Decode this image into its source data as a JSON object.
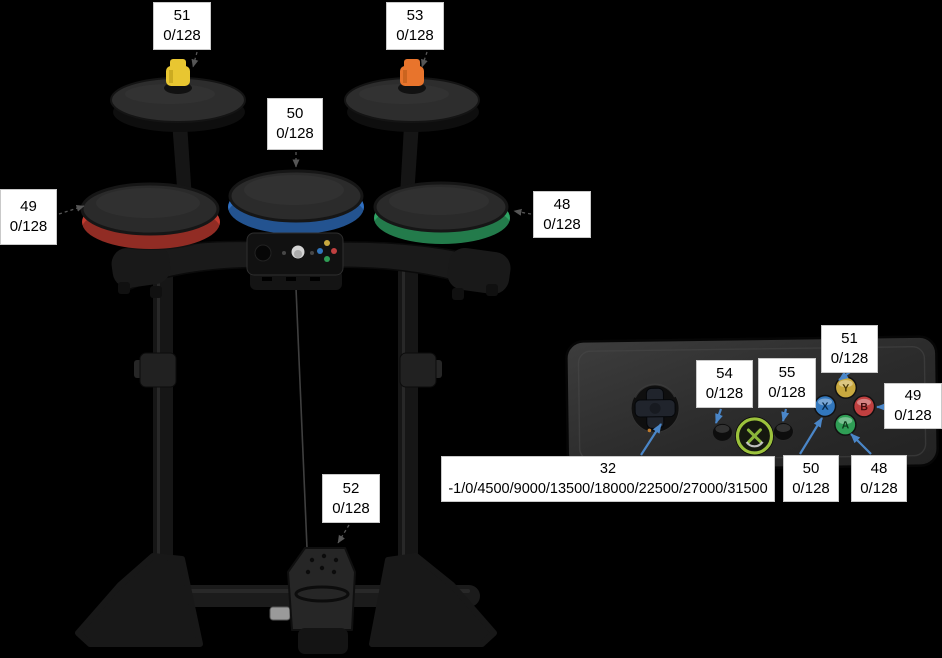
{
  "colors": {
    "background": "#000000",
    "label_bg": "#ffffff",
    "label_text": "#000000",
    "arrow_blue": "#4a86c8",
    "arrow_dark": "#565656",
    "pad_red": "#c23b30",
    "pad_blue": "#2f6fc1",
    "pad_green": "#2fa565",
    "bell_yellow": "#e8c631",
    "bell_orange": "#e8742c",
    "btn_yellow": "#c9a93f",
    "btn_blue": "#3277bd",
    "btn_red": "#c04040",
    "btn_green": "#2f9e55",
    "guide_ring_green": "#9cc23c",
    "panel_body": "#2e2e2e"
  },
  "kit_callouts": [
    {
      "id": "yellow-cymbal",
      "note": "51",
      "value": "0/128"
    },
    {
      "id": "orange-cymbal",
      "note": "53",
      "value": "0/128"
    },
    {
      "id": "blue-pad",
      "note": "50",
      "value": "0/128"
    },
    {
      "id": "red-pad",
      "note": "49",
      "value": "0/128"
    },
    {
      "id": "green-pad",
      "note": "48",
      "value": "0/128"
    },
    {
      "id": "kick-pedal",
      "note": "52",
      "value": "0/128"
    }
  ],
  "panel_callouts": [
    {
      "id": "back-button",
      "note": "54",
      "value": "0/128"
    },
    {
      "id": "start-button",
      "note": "55",
      "value": "0/128"
    },
    {
      "id": "y-button",
      "note": "51",
      "value": "0/128"
    },
    {
      "id": "b-button",
      "note": "49",
      "value": "0/128"
    },
    {
      "id": "x-button",
      "note": "50",
      "value": "0/128"
    },
    {
      "id": "a-button",
      "note": "48",
      "value": "0/128"
    },
    {
      "id": "dpad",
      "note": "32",
      "value": "-1/0/4500/9000/13500/18000/22500/27000/31500"
    }
  ],
  "panel_buttons": {
    "y": "Y",
    "x": "X",
    "b": "B",
    "a": "A"
  }
}
